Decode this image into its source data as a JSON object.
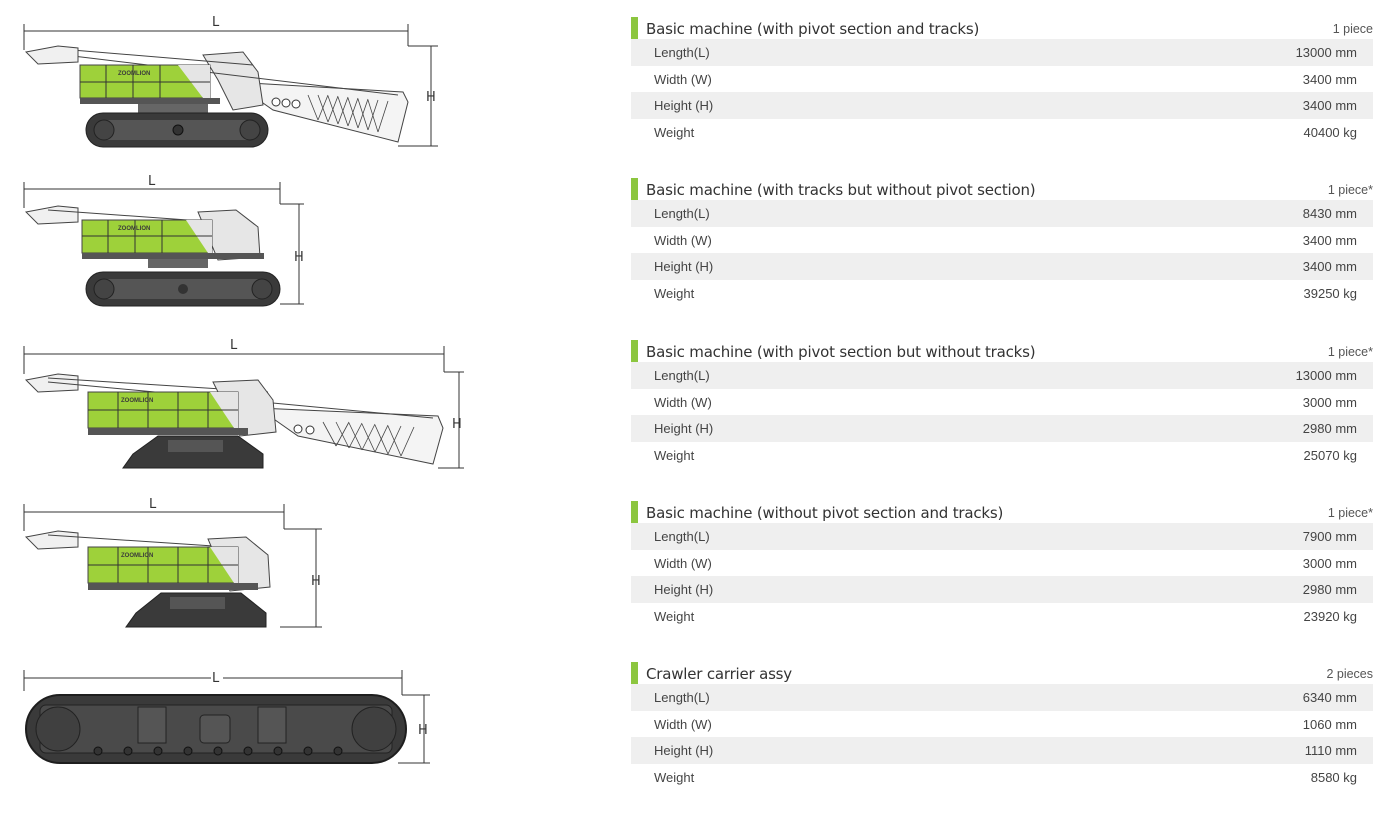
{
  "colors": {
    "accent_bar": "#8cc63f",
    "machine_green": "#9ed13a",
    "row_shade": "#efefef"
  },
  "figures": {
    "dim_length_label": "L",
    "dim_height_label": "H",
    "brand_mark": "ZOOMLION"
  },
  "sections": [
    {
      "title": "Basic machine (with pivot section and tracks)",
      "qty": "1 piece",
      "rows": [
        {
          "label": "Length(L)",
          "value": "13000 mm"
        },
        {
          "label": "Width (W)",
          "value": "3400 mm"
        },
        {
          "label": "Height (H)",
          "value": "3400 mm"
        },
        {
          "label": "Weight",
          "value": "40400 kg"
        }
      ]
    },
    {
      "title": "Basic machine (with tracks but without pivot section)",
      "qty": "1 piece*",
      "rows": [
        {
          "label": "Length(L)",
          "value": "8430 mm"
        },
        {
          "label": "Width (W)",
          "value": "3400 mm"
        },
        {
          "label": "Height (H)",
          "value": "3400 mm"
        },
        {
          "label": "Weight",
          "value": "39250 kg"
        }
      ]
    },
    {
      "title": "Basic machine (with pivot section but without tracks)",
      "qty": "1 piece*",
      "rows": [
        {
          "label": "Length(L)",
          "value": "13000 mm"
        },
        {
          "label": "Width (W)",
          "value": "3000 mm"
        },
        {
          "label": "Height (H)",
          "value": "2980 mm"
        },
        {
          "label": "Weight",
          "value": "25070 kg"
        }
      ]
    },
    {
      "title": "Basic machine (without pivot section and tracks)",
      "qty": "1 piece*",
      "rows": [
        {
          "label": "Length(L)",
          "value": "7900 mm"
        },
        {
          "label": "Width (W)",
          "value": "3000 mm"
        },
        {
          "label": "Height (H)",
          "value": "2980 mm"
        },
        {
          "label": "Weight",
          "value": "23920 kg"
        }
      ]
    },
    {
      "title": "Crawler carrier assy",
      "qty": "2 pieces",
      "rows": [
        {
          "label": "Length(L)",
          "value": "6340 mm"
        },
        {
          "label": "Width (W)",
          "value": "1060 mm"
        },
        {
          "label": "Height (H)",
          "value": "1110 mm"
        },
        {
          "label": "Weight",
          "value": "8580 kg"
        }
      ]
    }
  ]
}
